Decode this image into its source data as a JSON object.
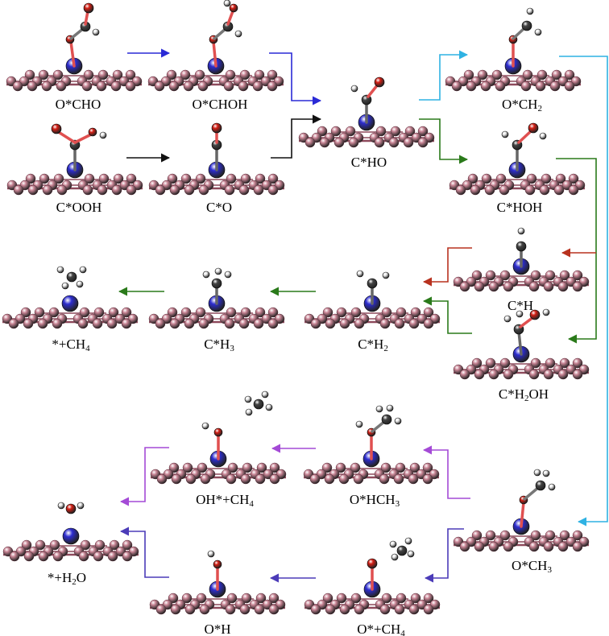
{
  "colors": {
    "blue": "#2a2ad6",
    "navy": "#4b3bb8",
    "cyan": "#2fb2e3",
    "black": "#111111",
    "green": "#2a7a1a",
    "red": "#b8321f",
    "purple": "#a44ad6",
    "sheet": "#c98595",
    "sheet_dark": "#8e4a5c",
    "metal": "#2d2dd0",
    "oxygen": "#d41f15",
    "carbon": "#444444",
    "hydrogen": "#eeeeee"
  },
  "species": [
    {
      "id": "ocho",
      "label": "O*CHO"
    },
    {
      "id": "ochoh",
      "label": "O*CHOH"
    },
    {
      "id": "cooh",
      "label": "C*OOH"
    },
    {
      "id": "co",
      "label": "C*O"
    },
    {
      "id": "cho",
      "label": "C*HO"
    },
    {
      "id": "och2",
      "label": "O*CH",
      "sub": "2"
    },
    {
      "id": "choh",
      "label": "C*HOH"
    },
    {
      "id": "ch",
      "label": "C*H"
    },
    {
      "id": "ch2oh",
      "label": "C*H",
      "sub": "2",
      "tail": "OH"
    },
    {
      "id": "ch2",
      "label": "C*H",
      "sub": "2"
    },
    {
      "id": "ch3",
      "label": "C*H",
      "sub": "3"
    },
    {
      "id": "ch4",
      "label": "*+CH",
      "sub": "4"
    },
    {
      "id": "ohch4",
      "label": "OH*+CH",
      "sub": "4"
    },
    {
      "id": "ohch3",
      "label": "O*HCH",
      "sub": "3"
    },
    {
      "id": "och3",
      "label": "O*CH",
      "sub": "3"
    },
    {
      "id": "h2o",
      "label": "*+H",
      "sub": "2",
      "tail": "O"
    },
    {
      "id": "oh",
      "label": "O*H"
    },
    {
      "id": "och4",
      "label": "O*+CH",
      "sub": "4"
    }
  ]
}
